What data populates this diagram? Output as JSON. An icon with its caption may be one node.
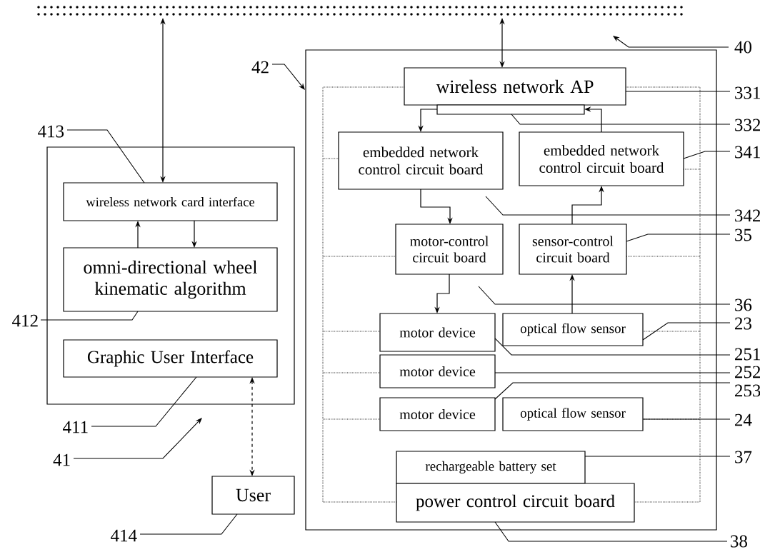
{
  "diagram": {
    "nodes": [
      {
        "text": [],
        "shape": "band"
      },
      {
        "text": [],
        "shape": "box"
      },
      {
        "text": [
          "wireless network card interface"
        ],
        "in": 1
      },
      {
        "text": [
          "omni-directional wheel kinematic algorithm"
        ],
        "in": 1
      },
      {
        "text": [
          "Graphic User Interface"
        ],
        "in": 1
      },
      {
        "text": [
          "User"
        ]
      },
      {
        "text": [],
        "shape": "box"
      },
      {
        "text": [],
        "shape": "box",
        "in": 6
      },
      {
        "text": [
          "wireless network AP"
        ],
        "in": 6
      },
      {
        "text": [],
        "shape": "bar",
        "in": 7
      },
      {
        "text": [
          "embedded network control circuit board"
        ],
        "in": 7
      },
      {
        "text": [
          "embedded network control circuit board"
        ],
        "in": 7
      },
      {
        "text": [
          "motor-control circuit board"
        ],
        "in": 7
      },
      {
        "text": [
          "sensor-control circuit board"
        ],
        "in": 7
      },
      {
        "text": [
          "motor device"
        ],
        "in": 7
      },
      {
        "text": [
          "optical flow sensor"
        ],
        "in": 7
      },
      {
        "text": [
          "motor device"
        ],
        "in": 7
      },
      {
        "text": [
          "motor device"
        ],
        "in": 7
      },
      {
        "text": [
          "optical flow sensor"
        ],
        "in": 7
      },
      {
        "text": [
          "rechargeable battery set"
        ],
        "in": 7
      },
      {
        "text": [
          "power control circuit board"
        ],
        "in": 6
      },
      {
        "text": [
          "40"
        ]
      },
      {
        "text": [
          "42"
        ]
      },
      {
        "text": [
          "413"
        ]
      },
      {
        "text": [
          "412"
        ]
      },
      {
        "text": [
          "411"
        ]
      },
      {
        "text": [
          "41"
        ]
      },
      {
        "text": [
          "414"
        ]
      },
      {
        "text": [
          "331"
        ]
      },
      {
        "text": [
          "332"
        ]
      },
      {
        "text": [
          "341"
        ]
      },
      {
        "text": [
          "342"
        ]
      },
      {
        "text": [
          "35"
        ]
      },
      {
        "text": [
          "36"
        ]
      },
      {
        "text": [
          "23"
        ]
      },
      {
        "text": [
          "251"
        ]
      },
      {
        "text": [
          "252"
        ]
      },
      {
        "text": [
          "253"
        ]
      },
      {
        "text": [
          "24"
        ]
      },
      {
        "text": [
          "37"
        ]
      },
      {
        "text": [
          "38"
        ]
      }
    ],
    "edges": [
      {
        "from": 0,
        "to": 2,
        "arrow": "both"
      },
      {
        "from": 0,
        "to": 8,
        "arrow": "both"
      },
      {
        "from": 3,
        "to": 2,
        "arrow": "to"
      },
      {
        "from": 2,
        "to": 3,
        "arrow": "to"
      },
      {
        "from": 4,
        "to": 5,
        "arrow": "both",
        "style": "dashed"
      },
      {
        "from": 9,
        "to": 10,
        "arrow": "to"
      },
      {
        "from": 11,
        "to": 9,
        "arrow": "to"
      },
      {
        "from": 10,
        "to": 12,
        "arrow": "to"
      },
      {
        "from": 13,
        "to": 11,
        "arrow": "to"
      },
      {
        "from": 12,
        "to": 14,
        "arrow": "to"
      },
      {
        "from": 15,
        "to": 13,
        "arrow": "to"
      },
      {
        "from": 21,
        "to": 6,
        "arrow": "to"
      },
      {
        "from": 22,
        "to": 6,
        "arrow": "to"
      },
      {
        "from": 23,
        "to": 2,
        "arrow": "none"
      },
      {
        "from": 24,
        "to": 3,
        "arrow": "none"
      },
      {
        "from": 25,
        "to": 4,
        "arrow": "none"
      },
      {
        "from": 26,
        "to": 1,
        "arrow": "to"
      },
      {
        "from": 27,
        "to": 5,
        "arrow": "none"
      },
      {
        "from": 28,
        "to": 8,
        "arrow": "none"
      },
      {
        "from": 29,
        "to": 9,
        "arrow": "none"
      },
      {
        "from": 30,
        "to": 11,
        "arrow": "none"
      },
      {
        "from": 31,
        "to": 10,
        "arrow": "none"
      },
      {
        "from": 32,
        "to": 13,
        "arrow": "none"
      },
      {
        "from": 33,
        "to": 12,
        "arrow": "none"
      },
      {
        "from": 34,
        "to": 15,
        "arrow": "none"
      },
      {
        "from": 35,
        "to": 14,
        "arrow": "none"
      },
      {
        "from": 36,
        "to": 16,
        "arrow": "none"
      },
      {
        "from": 37,
        "to": 17,
        "arrow": "none"
      },
      {
        "from": 38,
        "to": 18,
        "arrow": "none"
      },
      {
        "from": 39,
        "to": 19,
        "arrow": "none"
      },
      {
        "from": 40,
        "to": 20,
        "arrow": "none"
      }
    ]
  }
}
